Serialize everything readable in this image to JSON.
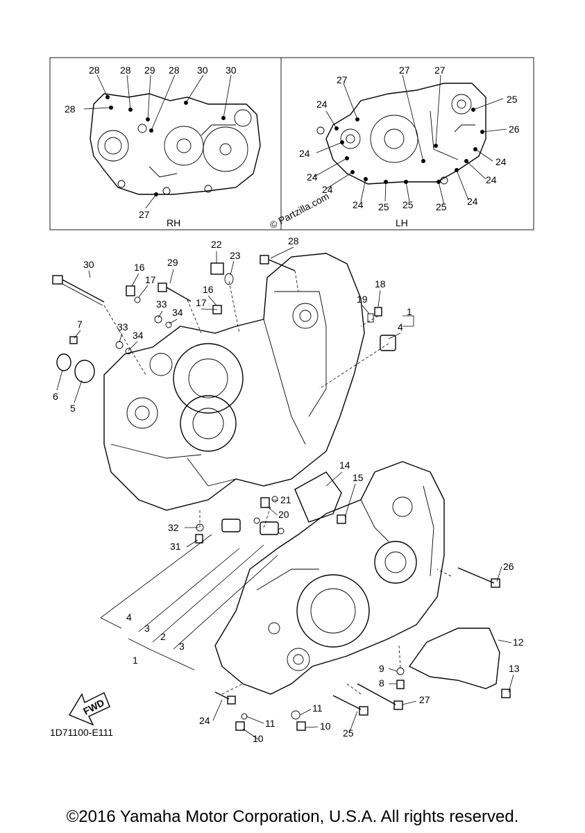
{
  "inset": {
    "rh_label": "RH",
    "lh_label": "LH",
    "rh_callouts": [
      "28",
      "28",
      "29",
      "28",
      "30",
      "30",
      "28",
      "27"
    ],
    "lh_callouts": [
      "27",
      "27",
      "27",
      "25",
      "26",
      "24",
      "24",
      "24",
      "24",
      "24",
      "24",
      "24",
      "24",
      "25",
      "25",
      "25"
    ]
  },
  "watermark": "© Partzilla.com",
  "callouts": [
    "30",
    "16",
    "17",
    "29",
    "22",
    "23",
    "28",
    "18",
    "19",
    "1",
    "4",
    "16",
    "17",
    "33",
    "34",
    "7",
    "33",
    "34",
    "6",
    "5",
    "14",
    "15",
    "21",
    "20",
    "32",
    "31",
    "26",
    "12",
    "9",
    "8",
    "13",
    "27",
    "24",
    "11",
    "11",
    "10",
    "10",
    "25",
    "4",
    "3",
    "2",
    "3",
    "1"
  ],
  "fwd_label": "FWD",
  "diagram_code": "1D71100-E111",
  "copyright": "©2016 Yamaha Motor Corporation, U.S.A. All rights reserved."
}
